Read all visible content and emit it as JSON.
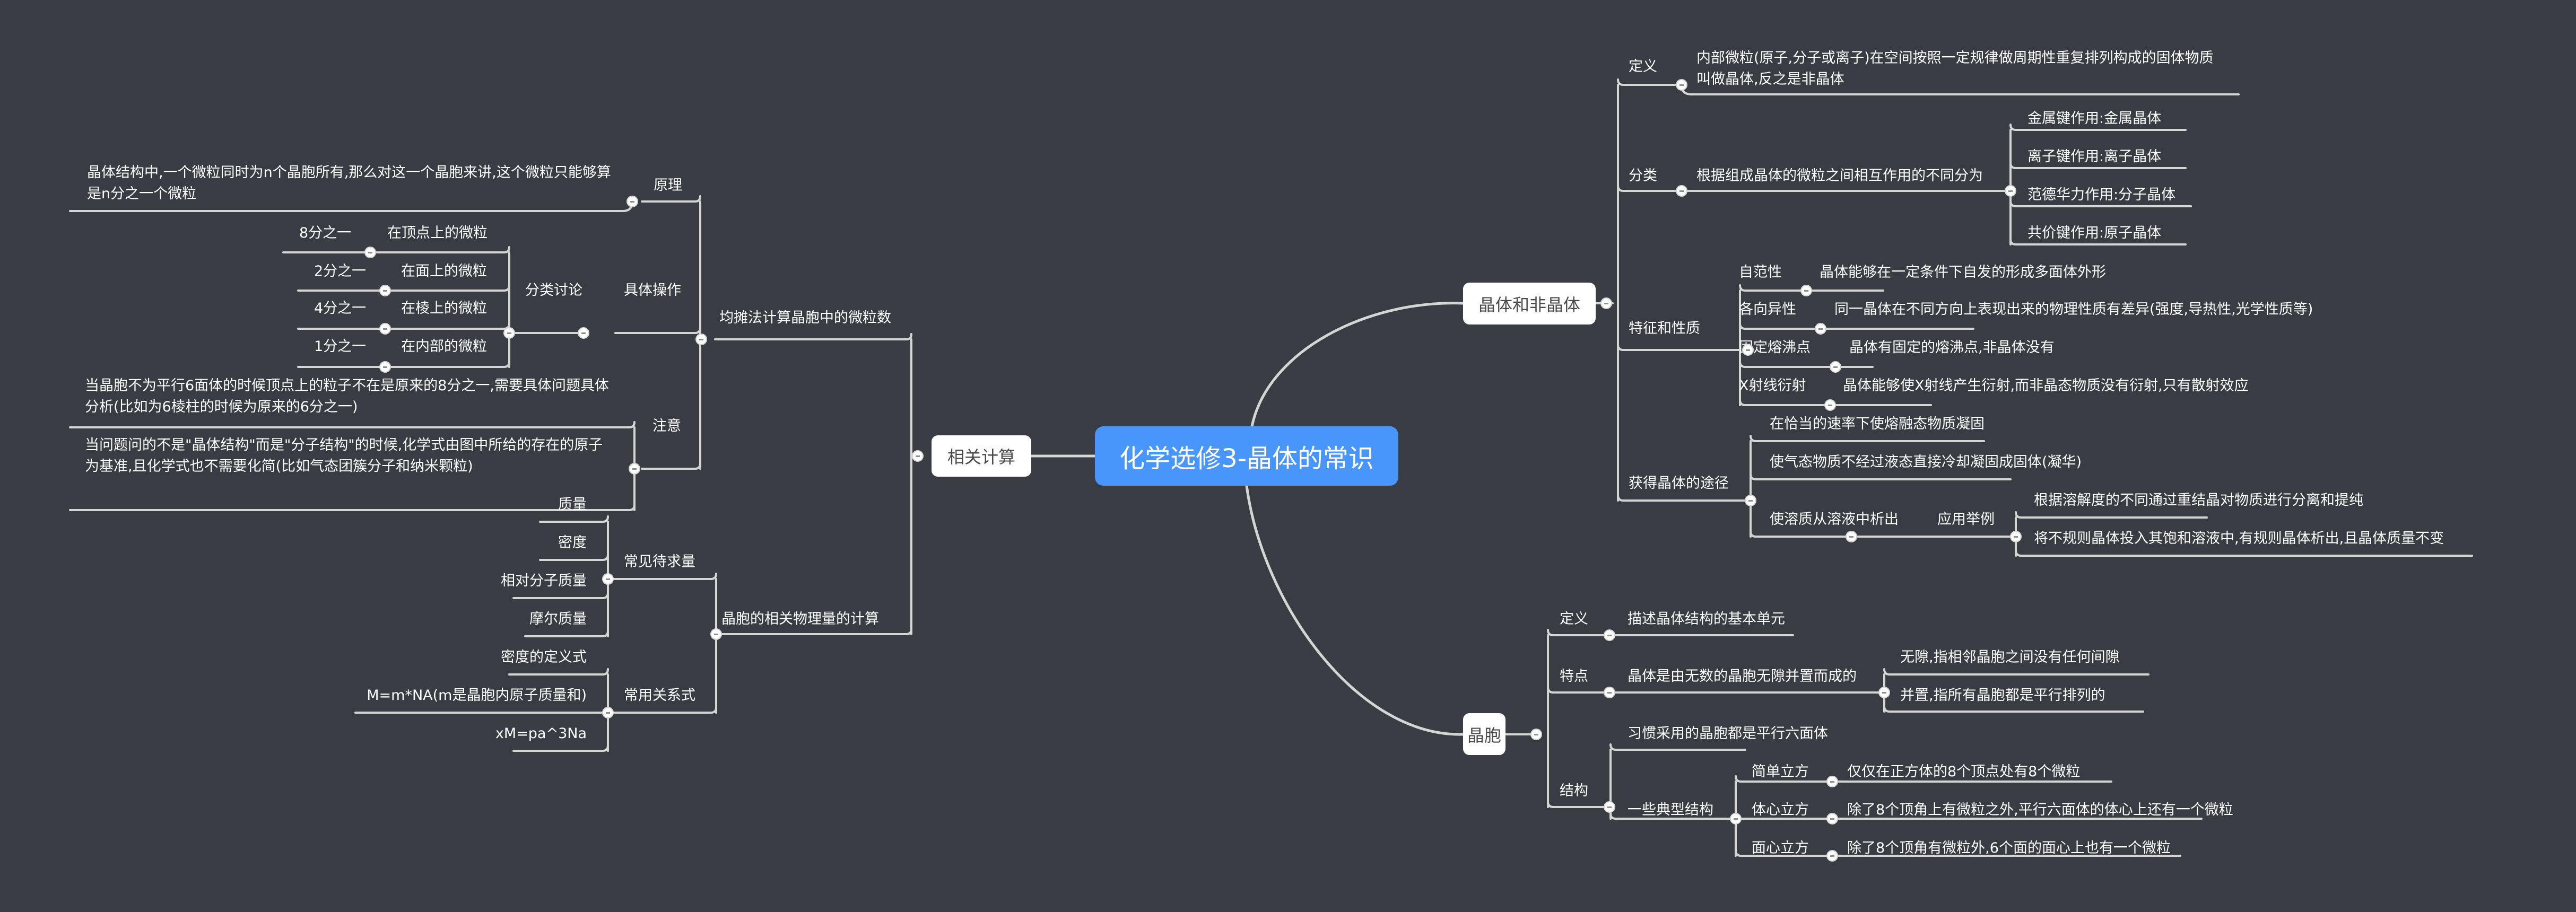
{
  "root": {
    "label": "化学选修3-晶体的常识"
  },
  "colors": {
    "background": "#393c43",
    "root": "#4896fb",
    "line": "#d5d5d5",
    "text": "#ffffff",
    "box_text": "#4a4a4a"
  },
  "right": {
    "crystal": {
      "label": "晶体和非晶体",
      "definition": {
        "label": "定义",
        "text": "内部微粒(原子,分子或离子)在空间按照一定规律做周期性重复排列构成的固体物质叫做晶体,反之是非晶体"
      },
      "classification": {
        "label": "分类",
        "text": "根据组成晶体的微粒之间相互作用的不同分为",
        "items": [
          "金属键作用:金属晶体",
          "离子键作用:离子晶体",
          "范德华力作用:分子晶体",
          "共价键作用:原子晶体"
        ]
      },
      "properties": {
        "label": "特征和性质",
        "items": [
          {
            "name": "自范性",
            "desc": "晶体能够在一定条件下自发的形成多面体外形"
          },
          {
            "name": "各向异性",
            "desc": "同一晶体在不同方向上表现出来的物理性质有差异(强度,导热性,光学性质等)"
          },
          {
            "name": "固定熔沸点",
            "desc": "晶体有固定的熔沸点,非晶体没有"
          },
          {
            "name": "X射线衍射",
            "desc": "晶体能够使X射线产生衍射,而非晶态物质没有衍射,只有散射效应"
          }
        ]
      },
      "methods": {
        "label": "获得晶体的途径",
        "items": [
          "在恰当的速率下使熔融态物质凝固",
          "使气态物质不经过液态直接冷却凝固成固体(凝华)"
        ],
        "solution": {
          "label": "使溶质从溶液中析出",
          "example_label": "应用举例",
          "examples": [
            "根据溶解度的不同通过重结晶对物质进行分离和提纯",
            "将不规则晶体投入其饱和溶液中,有规则晶体析出,且晶体质量不变"
          ]
        }
      }
    },
    "cell": {
      "label": "晶胞",
      "definition": {
        "label": "定义",
        "text": "描述晶体结构的基本单元"
      },
      "feature": {
        "label": "特点",
        "text": "晶体是由无数的晶胞无隙并置而成的",
        "items": [
          "无隙,指相邻晶胞之间没有任何间隙",
          "并置,指所有晶胞都是平行排列的"
        ]
      },
      "structure": {
        "label": "结构",
        "habit": "习惯采用的晶胞都是平行六面体",
        "typical": {
          "label": "一些典型结构",
          "items": [
            {
              "name": "简单立方",
              "desc": "仅仅在正方体的8个顶点处有8个微粒"
            },
            {
              "name": "体心立方",
              "desc": "除了8个顶角上有微粒之外,平行六面体的体心上还有一个微粒"
            },
            {
              "name": "面心立方",
              "desc": "除了8个顶角有微粒外,6个面的面心上也有一个微粒"
            }
          ]
        }
      }
    }
  },
  "left": {
    "calc": {
      "label": "相关计算",
      "apportion": {
        "label": "均摊法计算晶胞中的微粒数",
        "principle": {
          "label": "原理",
          "text": "晶体结构中,一个微粒同时为n个晶胞所有,那么对这一个晶胞来讲,这个微粒只能够算是n分之一个微粒"
        },
        "operation": {
          "label": "具体操作",
          "discussion_label": "分类讨论",
          "items": [
            {
              "pos": "在顶点上的微粒",
              "frac": "8分之一"
            },
            {
              "pos": "在面上的微粒",
              "frac": "2分之一"
            },
            {
              "pos": "在棱上的微粒",
              "frac": "4分之一"
            },
            {
              "pos": "在内部的微粒",
              "frac": "1分之一"
            }
          ]
        },
        "notes": {
          "label": "注意",
          "items": [
            "当晶胞不为平行6面体的时候顶点上的粒子不在是原来的8分之一,需要具体问题具体分析(比如为6棱柱的时候为原来的6分之一)",
            "当问题问的不是\"晶体结构\"而是\"分子结构\"的时候,化学式由图中所给的存在的原子为基准,且化学式也不需要化简(比如气态团簇分子和纳米颗粒)"
          ]
        }
      },
      "physics": {
        "label": "晶胞的相关物理量的计算",
        "quantities": {
          "label": "常见待求量",
          "items": [
            "质量",
            "密度",
            "相对分子质量",
            "摩尔质量"
          ]
        },
        "relations": {
          "label": "常用关系式",
          "items": [
            "密度的定义式",
            "M=m*NA(m是晶胞内原子质量和)",
            "xM=pa^3Na"
          ]
        }
      }
    }
  }
}
